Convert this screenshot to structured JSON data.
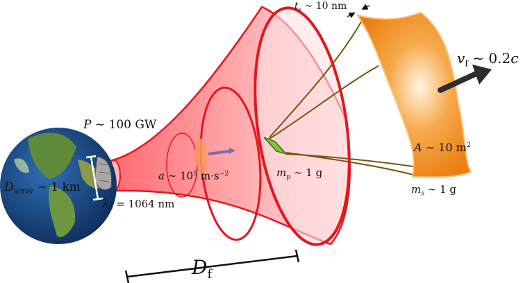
{
  "labels": {
    "power": {
      "sym": "P",
      "rest": " ∼ 100 GW"
    },
    "array": {
      "sym": "D",
      "sub": "array",
      "rest": " ∼ 1 km"
    },
    "wavelength": {
      "sym": "λ",
      "sub": "0",
      "rest": " = 1064 nm"
    },
    "acceleration": {
      "sym": "a",
      "pre": " ∼ 10",
      "exp": "5",
      "post": " m·s",
      "exp2": "−2"
    },
    "probe_mass": {
      "sym": "m",
      "sub": "p",
      "rest": " ∼ 1 g"
    },
    "sail_thickness": {
      "sym": "t",
      "sub": "s",
      "rest": " ∼ 10 nm"
    },
    "velocity": {
      "sym": "v",
      "sub": "f",
      "rest": " ∼ 0.2",
      "tail": "c"
    },
    "area": {
      "sym": "A",
      "rest": " ∼ 10 m",
      "exp": "2"
    },
    "sail_mass": {
      "sym": "m",
      "sub": "s",
      "rest": " ∼ 1 g"
    },
    "focal_distance": {
      "sym": "D",
      "sub": "f"
    }
  },
  "colors": {
    "beam": "#e8141c",
    "beam_fill": "#ffd3d6",
    "sail": "#f08a1c",
    "sail_light": "#ffe2b8",
    "tether": "#7a5410",
    "probe": "#7fc43a",
    "ocean": "#1f4d8a",
    "land": "#5f8a3a",
    "arrow": "#2e2e2e",
    "mini_arrow": "#7d6ca8"
  },
  "icons": {
    "earth": "earth-icon",
    "laser_array": "laser-array-icon",
    "velocity_arrow": "arrow-right-icon"
  }
}
